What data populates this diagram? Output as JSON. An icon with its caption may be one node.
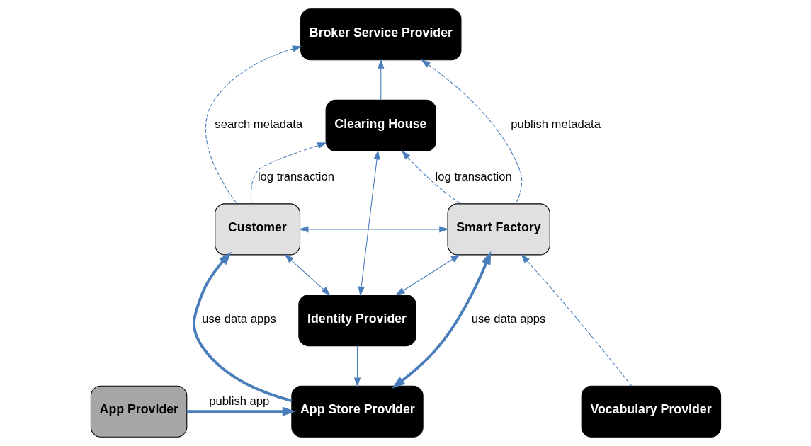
{
  "diagram": {
    "nodes": [
      {
        "text": [
          "Broker Service Provider"
        ]
      },
      {
        "text": [
          "Clearing House"
        ]
      },
      {
        "text": [
          "Customer"
        ]
      },
      {
        "text": [
          "Smart Factory"
        ]
      },
      {
        "text": [
          "Identity Provider"
        ]
      },
      {
        "text": [
          "App Store Provider"
        ]
      },
      {
        "text": [
          "App Provider"
        ]
      },
      {
        "text": [
          "Vocabulary Provider"
        ]
      }
    ],
    "edges": [
      {
        "from": 2,
        "to": 0,
        "arrow": "to",
        "label": "search metadata",
        "style": "dashed"
      },
      {
        "from": 3,
        "to": 0,
        "arrow": "to",
        "label": "publish metadata",
        "style": "dashed"
      },
      {
        "from": 1,
        "to": 0,
        "arrow": "to"
      },
      {
        "from": 2,
        "to": 1,
        "arrow": "to",
        "label": "log transaction",
        "style": "dashed"
      },
      {
        "from": 3,
        "to": 1,
        "arrow": "to",
        "label": "log transaction",
        "style": "dashed"
      },
      {
        "from": 2,
        "to": 3,
        "arrow": "both"
      },
      {
        "from": 1,
        "to": 4,
        "arrow": "both"
      },
      {
        "from": 2,
        "to": 4,
        "arrow": "both"
      },
      {
        "from": 3,
        "to": 4,
        "arrow": "both"
      },
      {
        "from": 4,
        "to": 5,
        "arrow": "to"
      },
      {
        "from": 5,
        "to": 2,
        "arrow": "to",
        "label": "use data apps",
        "style": "thick"
      },
      {
        "from": 5,
        "to": 3,
        "arrow": "both",
        "label": "use data apps",
        "style": "thick"
      },
      {
        "from": 6,
        "to": 5,
        "arrow": "to",
        "label": "publish app",
        "style": "thick"
      },
      {
        "from": 7,
        "to": 3,
        "arrow": "to",
        "style": "dashed"
      }
    ]
  }
}
